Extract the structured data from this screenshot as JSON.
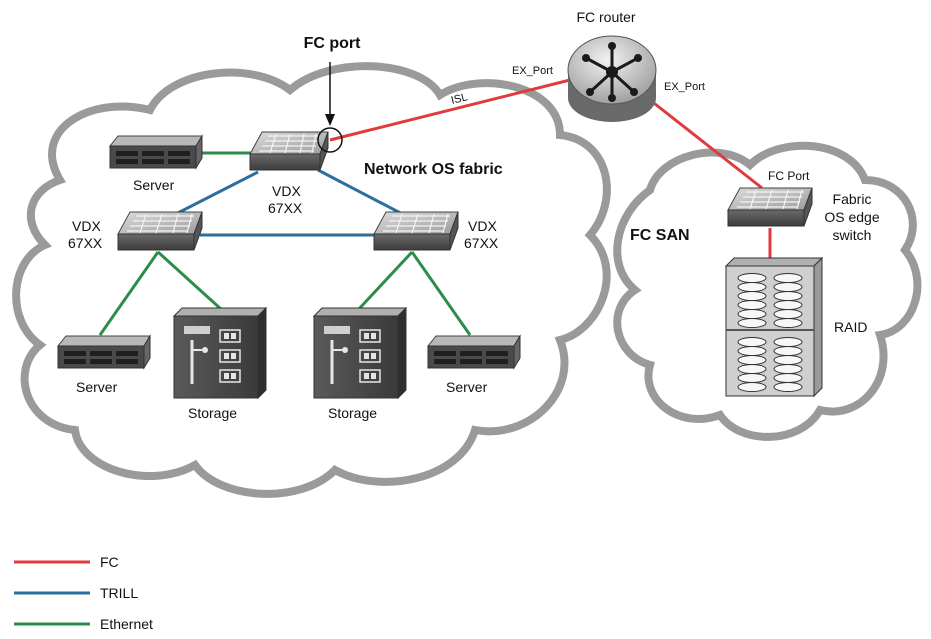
{
  "labels": {
    "fc_port": "FC port",
    "fc_router": "FC router",
    "ex_port_left": "EX_Port",
    "ex_port_right": "EX_Port",
    "isl": "ISL",
    "network_os_fabric": "Network OS fabric",
    "server_top": "Server",
    "vdx_center_line1": "VDX",
    "vdx_center_line2": "67XX",
    "vdx_left_line1": "VDX",
    "vdx_left_line2": "67XX",
    "vdx_right_line1": "VDX",
    "vdx_right_line2": "67XX",
    "server_left": "Server",
    "server_right": "Server",
    "storage_left": "Storage",
    "storage_right": "Storage",
    "fc_port_san": "FC Port",
    "fc_san": "FC SAN",
    "edge_switch_line1": "Fabric",
    "edge_switch_line2": "OS edge",
    "edge_switch_line3": "switch",
    "raid": "RAID"
  },
  "legend": [
    {
      "label": "FC",
      "color": "#e03a3e"
    },
    {
      "label": "TRILL",
      "color": "#2a6f9e"
    },
    {
      "label": "Ethernet",
      "color": "#2e8b4e"
    }
  ],
  "colors": {
    "fc": "#e03a3e",
    "trill": "#2a6f9e",
    "ethernet": "#2e8b4e",
    "cloud_outline": "#9a9a9a",
    "device_dark": "#4a4a4a",
    "device_mid": "#8a8a8a",
    "device_light": "#c8c8c8"
  }
}
